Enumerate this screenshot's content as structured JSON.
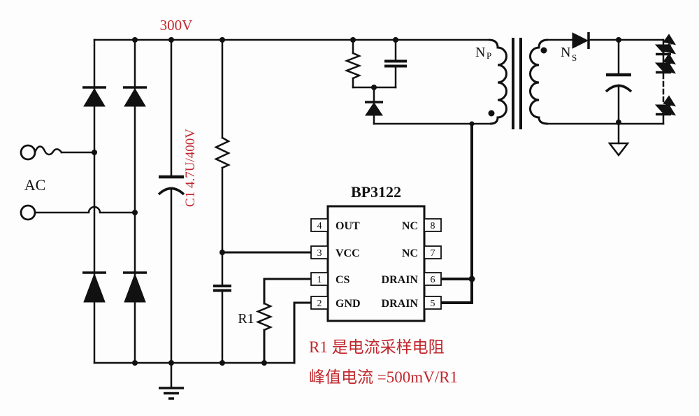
{
  "labels": {
    "bus_voltage": "300V",
    "ac_input": "AC",
    "c1_value": "C1 4.7U/400V",
    "r1": "R1",
    "primary_winding": "N",
    "primary_winding_sub": "P",
    "secondary_winding": "N",
    "secondary_winding_sub": "S"
  },
  "ic": {
    "name": "BP3122",
    "left_pins": [
      {
        "number": "4",
        "label": "OUT"
      },
      {
        "number": "3",
        "label": "VCC"
      },
      {
        "number": "1",
        "label": "CS"
      },
      {
        "number": "2",
        "label": "GND"
      }
    ],
    "right_pins": [
      {
        "number": "8",
        "label": "NC"
      },
      {
        "number": "7",
        "label": "NC"
      },
      {
        "number": "6",
        "label": "DRAIN"
      },
      {
        "number": "5",
        "label": "DRAIN"
      }
    ]
  },
  "annotations": {
    "r1_note_line1": "R1 是电流采样电阻",
    "r1_note_line2": "峰值电流 =500mV/R1"
  },
  "colors": {
    "wire": "#111111",
    "accent_red": "#c1272d",
    "background": "#fdfdfd"
  }
}
